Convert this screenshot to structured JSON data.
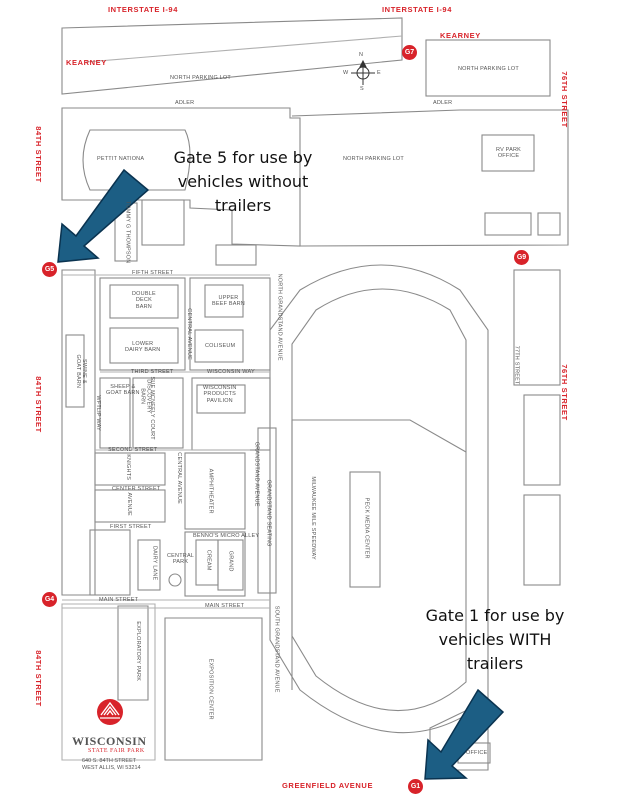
{
  "streets": {
    "interstate_left": "INTERSTATE I-94",
    "interstate_right": "INTERSTATE I-94",
    "kearney_left": "KEARNEY",
    "kearney_right": "KEARNEY",
    "st76_top": "76TH STREET",
    "st76_mid": "76TH STREET",
    "st84_top": "84TH STREET",
    "st84_mid": "84TH STREET",
    "st84_bottom": "84TH STREET",
    "greenfield": "GREENFIELD AVENUE"
  },
  "gates": {
    "g1": "G1",
    "g4": "G4",
    "g5": "G5",
    "g7": "G7",
    "g9": "G9"
  },
  "labels": {
    "north_parking_lot_1": "NORTH PARKING LOT",
    "north_parking_lot_2": "NORTH PARKING LOT",
    "north_parking_lot_3": "NORTH PARKING LOT",
    "adler_1": "ADLER",
    "adler_2": "ADLER",
    "petit": "PETTIT NATIONA",
    "rv_office": "RV PARK\nOFFICE",
    "tommy": "TOMMY G THOMPSON",
    "fifth_street": "FIFTH STREET",
    "double_deck": "DOUBLE\nDECK\nBARN",
    "upper_beef": "UPPER\nBEEF BARN",
    "lower_dairy": "LOWER\nDAIRY BARN",
    "coliseum": "COLISEUM",
    "north_grandstand": "NORTH GRANDSTAND AVENUE",
    "central_avenue_1": "CENTRAL AVENUE",
    "central_avenue_2": "CENTRAL AVENUE",
    "third_street": "THIRD STREET",
    "wisconsin_way": "WISCONSIN WAY",
    "wi_products": "WISCONSIN\nPRODUCTS\nPAVILION",
    "swine": "SWINE &\nGOAT BARN",
    "sheep": "SHEEP &\nGOAT BARN",
    "discovery": "DISCOVERY\nBARN",
    "sue_mcneely": "SUE MCNEELY COURT",
    "wftlip": "WFTLIP WAY",
    "second_street": "SECOND STREET",
    "knights": "KNIGHTS",
    "center_street": "CENTER STREET",
    "avenue": "AVENUE",
    "amphitheater": "AMPHITHEATER",
    "grandstand_seating": "GRANDSTAND SEATING",
    "grandstand_avenue": "GRANDSTAND AVENUE",
    "milwaukee_mile": "MILWAUKEE MILE SPEEDWAY",
    "peck": "PECK MEDIA CENTER",
    "first_street": "FIRST STREET",
    "bennos": "BENNO'S MICRO ALLEY",
    "central_park": "CENTRAL\nPARK",
    "dairy_lane": "DAIRY LANE",
    "cream": "CREAM",
    "grand": "GRAND",
    "st77": "77TH STREET",
    "main_street_1": "MAIN STREET",
    "main_street_2": "MAIN STREET",
    "south_grandstand": "SOUTH GRANDSTAND AVENUE",
    "exploratory": "EXPLORATORY PARK",
    "exposition": "EXPOSITION CENTER",
    "office": "OFFICE"
  },
  "compass": {
    "n": "N",
    "s": "S",
    "e": "E",
    "w": "W"
  },
  "logo": {
    "name": "WISCONSIN",
    "sub": "STATE FAIR PARK",
    "address1": "640 S. 84TH STREET",
    "address2": "WEST ALLIS, WI 53214"
  },
  "callouts": {
    "gate5": [
      "Gate 5 for use by",
      "vehicles without",
      "trailers"
    ],
    "gate1": [
      "Gate 1 for use by",
      "vehicles WITH",
      "trailers"
    ]
  },
  "colors": {
    "street_red": "#d8232a",
    "arrow_blue": "#1c5e84",
    "outline_gray": "#8a8a8a"
  }
}
